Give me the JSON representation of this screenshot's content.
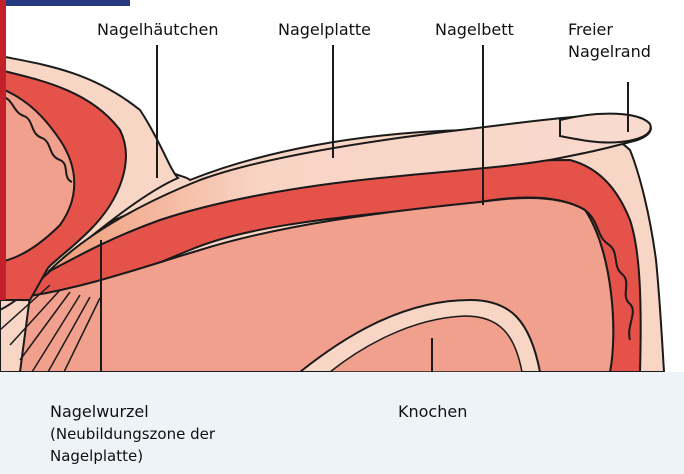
{
  "labels": {
    "cuticle": "Nagelhäutchen",
    "nail_plate": "Nagelplatte",
    "nail_bed": "Nagelbett",
    "free_edge_line1": "Freier",
    "free_edge_line2": "Nagelrand",
    "nail_root": "Nagelwurzel",
    "nail_root_note_line1": "(Neubildungszone der",
    "nail_root_note_line2": "Nagelplatte)",
    "bone": "Knochen"
  },
  "colors": {
    "skin_light": "#f8d6c6",
    "flesh": "#f2a08e",
    "nail_bed_red": "#e5524a",
    "outline": "#1a1a1a",
    "panel_background": "#ffffff",
    "page_background": "#eef2f9"
  }
}
